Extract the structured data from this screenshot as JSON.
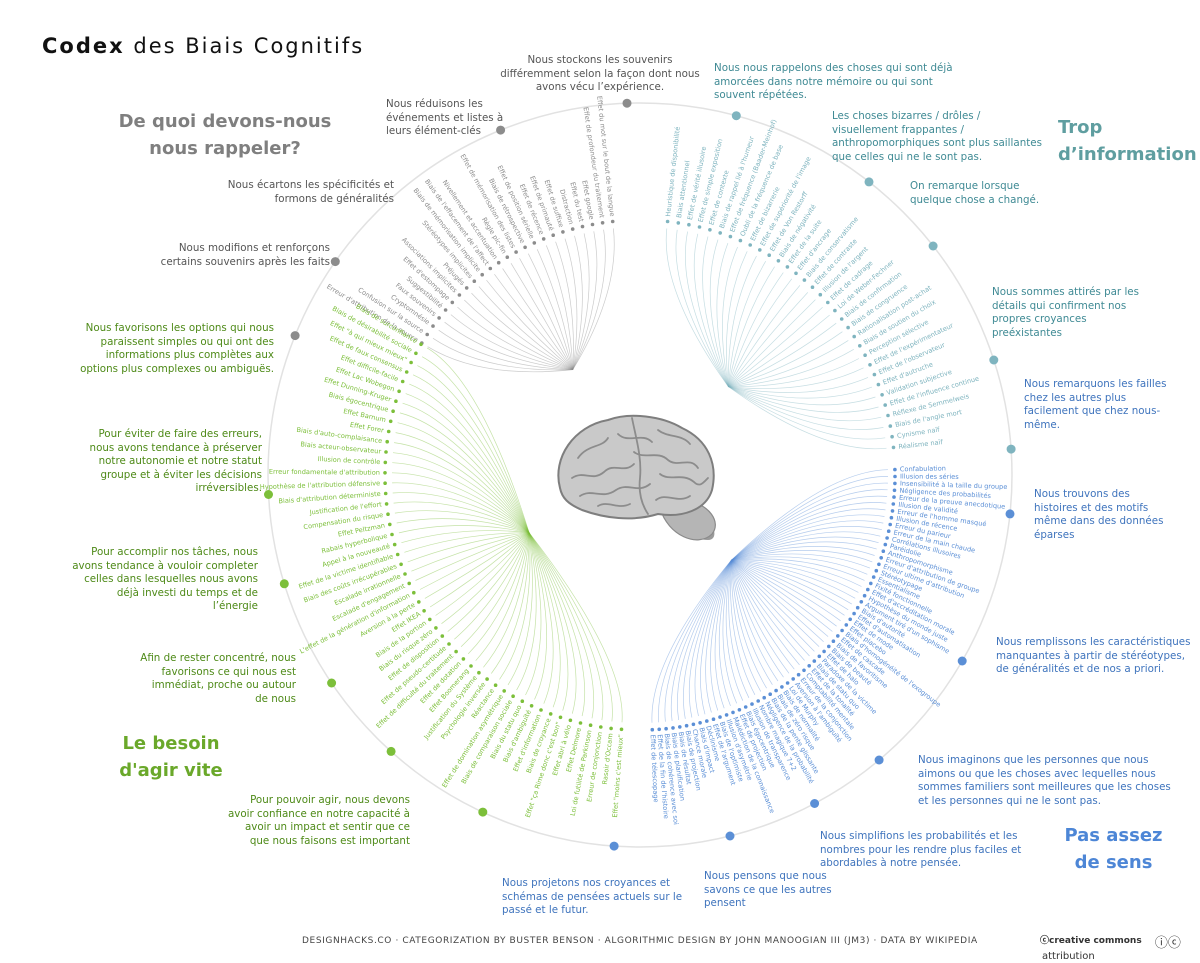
{
  "title": {
    "strong": "Codex",
    "rest": "des Biais Cognitifs"
  },
  "quadrants": {
    "memory": "De quoi devons-nous nous rappeler?",
    "info": "Trop d’information",
    "meaning": "Pas assez de sens",
    "speed": "Le besoin d'agir vite"
  },
  "colors": {
    "gray": "#8c8c8c",
    "teal": "#7fb4bf",
    "blue": "#5b8fd6",
    "green": "#7cbf3a",
    "brain": "#a0a0a0"
  },
  "categories": {
    "g1": "Nous stockons les souvenirs différemment selon la façon dont nous avons vécu l’expérience.",
    "g2": "Nous réduisons les événements et listes à leurs élément-clés",
    "g3": "Nous écartons les spécificités et formons de généralités",
    "g4": "Nous modifions et renforçons certains souvenirs après les faits",
    "t1": "Nous nous rappelons des choses qui sont déjà amorcées dans notre mémoire ou qui sont souvent répétées.",
    "t2": "Les choses bizarres / drôles / visuellement frappantes / anthropomorphiques sont plus saillantes que celles qui ne le sont pas.",
    "t3": "On remarque lorsque quelque chose a changé.",
    "t4": "Nous sommes attirés par les détails qui confirment nos propres croyances preéxistantes",
    "t5": "Nous remarquons les failles chez les autres plus facilement que chez nous-même.",
    "b1": "Nous trouvons des histoires et des motifs même dans des données éparses",
    "b2": "Nous remplissons les caractéristiques manquantes à partir de stéréotypes, de généralités et de nos a priori.",
    "b3": "Nous imaginons que les personnes que nous aimons ou que les choses avec lequelles nous sommes familiers sont meilleures que les choses et les personnes qui ne le sont pas.",
    "b4": "Nous simplifions les probabilités et les nombres pour les rendre plus faciles et abordables à notre pensée.",
    "b5": "Nous pensons que nous savons ce que les autres pensent",
    "b6": "Nous projetons nos croyances et schémas de pensées actuels sur le passé et le futur.",
    "v1": "Nous favorisons les options qui nous paraissent simples ou qui ont des informations plus complètes aux options plus complexes ou ambiguës.",
    "v2": "Pour éviter de faire des erreurs, nous avons tendance à préserver notre autonomie et notre statut groupe et à éviter les décisions irréversibles.",
    "v3": "Pour accomplir nos tâches, nous avons tendance à vouloir completer celles dans lesquelles nous avons déjà investi du temps et de l’énergie",
    "v4": "Afin de rester concentré, nous favorisons ce qui nous est immédiat, proche ou autour de nous",
    "v5": "Pour pouvoir agir, nous devons avoir confiance en notre capacité à avoir un impact et sentir que ce que nous faisons est important"
  },
  "biases": {
    "gray": [
      "Effet du mot sur le bout de la langue",
      "Effet de profondeur du traitement",
      "Effet google",
      "Effet du test",
      "Distraction",
      "Effet de suffixe",
      "Effet de primauté",
      "Effet de récence",
      "Effet de position sérielle",
      "Biais de rétrospective",
      "Effet de mémorisation des listes",
      "Règle pic-fin",
      "Nivellement et accentuation",
      "Biais de l'effacement de l'affect",
      "Biais de mémorisation implicite",
      "Stéréotypes implicites",
      "Préjugés",
      "Associations implicites",
      "Effet d'estompage",
      "Suggestibilité",
      "Faux souvenirs",
      "Cryptomnésie",
      "Confusion sur la source",
      "Erreur d'attribution de la source"
    ],
    "teal": [
      "Heuristique de disponibilité",
      "Biais attentionnel",
      "Effet de vérité illusoire",
      "Effet de simple exposition",
      "Effet de contexte",
      "Biais de rappel lié à l'humeur",
      "Effet de fréquence (Baader-Meinhof)",
      "Oubli de la fréquence de base",
      "Effet de bizarrerie",
      "Effet de supériorité de l'image",
      "Effet de Von Restorff",
      "Biais de négativité",
      "Effet de la suite",
      "Effet d'ancrage",
      "Biais de conservatisme",
      "Effet de contraste",
      "Illusion de l'argent",
      "Effet de cadrage",
      "Loi de Weber-Fechner",
      "Biais de confirmation",
      "Biais de congruence",
      "Rationalisation post-achat",
      "Biais de soutien du choix",
      "Perception sélective",
      "Effet de l'expérimentateur",
      "Effet de l'observateur",
      "Effet d'autruche",
      "Validation subjective",
      "Effet de l'influence continue",
      "Réflexe de Semmelweis",
      "Biais de l'angle mort",
      "Cynisme naïf",
      "Réalisme naïf"
    ],
    "blue": [
      "Confabulation",
      "Illusion des séries",
      "Insensibilité à la taille du groupe",
      "Négligence des probabilités",
      "Erreur de la preuve anecdotique",
      "Illusion de validité",
      "Erreur de l'homme masqué",
      "Illusion de récence",
      "Erreur du parieur",
      "Erreur de la main chaude",
      "Corrélations illusoires",
      "Paréidolie",
      "Anthropomorphisme",
      "Erreur d'attribution de groupe",
      "Erreur ultime d'attribution",
      "Stéréotypage",
      "Essentialisme",
      "Fixité fonctionnelle",
      "Effet d'accréditation morale",
      "Hypothèse du monde juste",
      "Argument tiré d'un sophisme",
      "Biais d'autorité",
      "Effet d'automatisation",
      "Effet de mode",
      "Effet placebo",
      "Biais d'homogénéité de l'exogroupe",
      "Effet de cascade",
      "Biais de favoritisme",
      "Biais de beauté",
      "Effet de halo",
      "Paradoxe de la victime",
      "Biais de statu quo",
      "Effet de la tonalité",
      "Comptabilité mentale",
      "Erreur de la conjonction",
      "Aversion à l'ambiguïté",
      "Loi de Murphy",
      "Biais de normalité",
      "Biais de zéro risque",
      "Biais de la pente glissante",
      "Négligence de la probabilité",
      "Nombre magique 7+2",
      "Illusion de transparence",
      "Biais égocentrique",
      "Effet de projection",
      "Malédiction de la connaissance",
      "Illusion d'asymétrie",
      "Biais de l'optimiste",
      "Effet de l'argument",
      "Déclinisme",
      "Biais d'impact",
      "Chance morale",
      "Biais de projection",
      "Biais de résultat",
      "Biais de planification",
      "Biais de cohérence avec soi",
      "Effet de la fin de l'histoire",
      "Effet de télescopage"
    ],
    "green": [
      "Effet \"moins c'est mieux\"",
      "Rasoir d'Occam",
      "Erreur de conjonction",
      "Loi de futilité de Parkinson",
      "Effet Delmore",
      "Effet abri à vélo",
      "Effet \"ça Rime donc c'est bon\"",
      "Biais de croyance",
      "Effet d'information",
      "Biais d'ambiguïté",
      "Biais du statu quo",
      "Biais de comparaison sociale",
      "Effet de domination asymétrique",
      "Réactance",
      "Psychologie inversée",
      "Justification du Système",
      "Effet Boomerang",
      "Effet de dotation",
      "Effet de difficulté du traitement",
      "Effet de pseudo-certitude",
      "Effet de disposition",
      "Biais du risque zéro",
      "Biais de la portion",
      "Effet IKEA",
      "Aversion à la perte",
      "L'effet de la génération d'information",
      "Escalade d'engagement",
      "Escalade irrationnelle",
      "Biais des coûts irrécupérables",
      "Effet de la victime identifiable",
      "Appel à la nouveauté",
      "Rabais hyperbolique",
      "Effet Peltzman",
      "Compensation du risque",
      "Justification de l'effort",
      "Biais d'attribution déterministe",
      "Hypothèse de l'attribution défensive",
      "Erreur fondamentale d'attribution",
      "Illusion de contrôle",
      "Biais acteur-observateur",
      "Biais d'auto-complaisance",
      "Effet Forer",
      "Effet Barnum",
      "Biais égocentrique",
      "Effet Dunning-Kruger",
      "Effet Lac Wobegon",
      "Effet difficile-facile",
      "Effet de faux consensus",
      "Effet \"à qui mieux mieux\"",
      "Biais de désirabilité sociale",
      "Biais de surconfiance"
    ]
  },
  "footer": "DESIGNHACKS.CO · CATEGORIZATION BY BUSTER BENSON · ALGORITHMIC DESIGN BY JOHN MANOOGIAN III (JM3) · DATA BY WIKIPEDIA",
  "license": {
    "cc": "creative commons",
    "attribution": "attribution"
  }
}
